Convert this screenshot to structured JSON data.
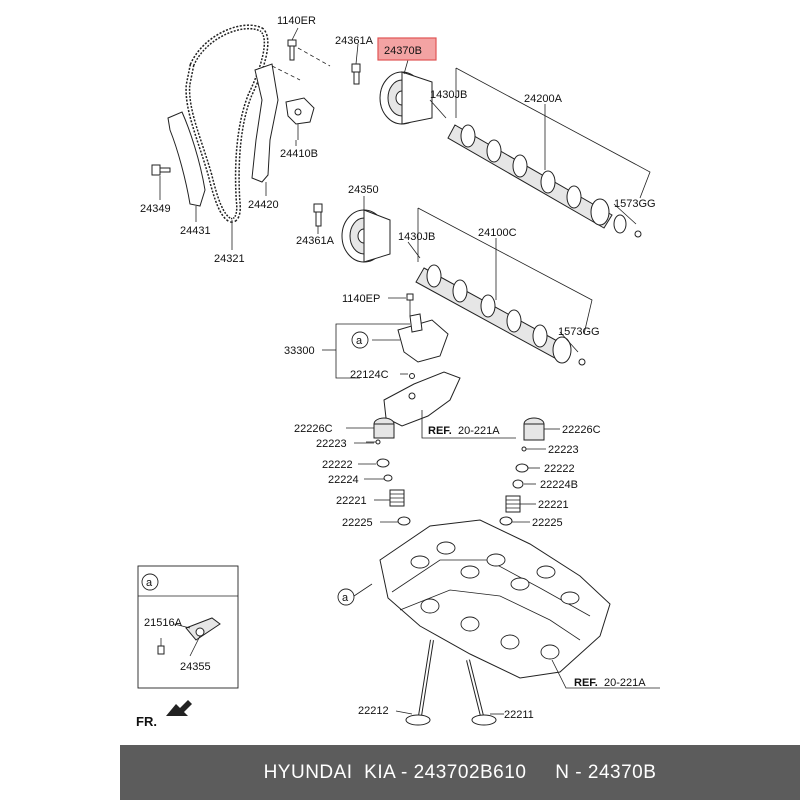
{
  "labels": {
    "p1140ER": "1140ER",
    "p24361A_top": "24361A",
    "p24370B": "24370B",
    "p1430JB_top": "1430JB",
    "p24200A": "24200A",
    "p24410B": "24410B",
    "p24349": "24349",
    "p24431": "24431",
    "p24420": "24420",
    "p24321": "24321",
    "p1573GG_top": "1573GG",
    "p24350": "24350",
    "p24361A_mid": "24361A",
    "p1430JB_mid": "1430JB",
    "p24100C": "24100C",
    "p1140EP": "1140EP",
    "p1573GG_mid": "1573GG",
    "p33300": "33300",
    "p22124C": "22124C",
    "ref_a_1": "a",
    "p22226C_l": "22226C",
    "p22226C_r": "22226C",
    "ref1_bold": "REF.",
    "ref1_num": "20-221A",
    "p22223_l": "22223",
    "p22223_r": "22223",
    "p22222_l": "22222",
    "p22222_r": "22222",
    "p22224_l": "22224",
    "p22224B_r": "22224B",
    "p22221_l": "22221",
    "p22221_r": "22221",
    "p22225_l": "22225",
    "p22225_r": "22225",
    "ref_a_2": "a",
    "box_a": "a",
    "p21516A": "21516A",
    "p24355": "24355",
    "ref2_bold": "REF.",
    "ref2_num": "20-221A",
    "p22212": "22212",
    "p22211": "22211",
    "fr": "FR."
  },
  "colors": {
    "highlight_fill": "#f3a3a3",
    "highlight_stroke": "#e05555",
    "footer_bg": "#5c5c5c"
  },
  "footer": {
    "brand": "HYUNDAI  KIA - 243702B610",
    "code": "N - 24370B"
  }
}
